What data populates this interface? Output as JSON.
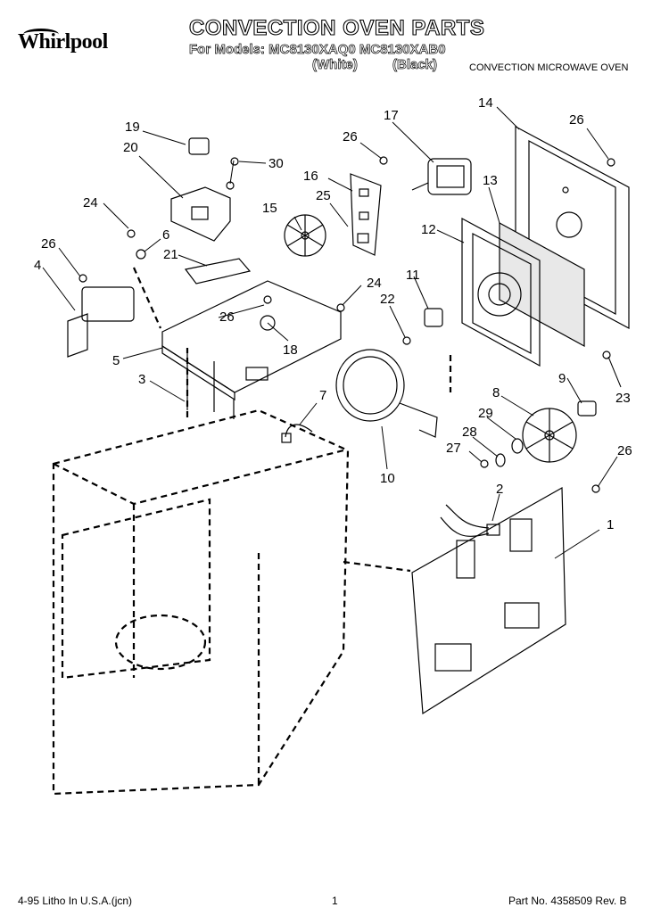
{
  "header": {
    "brand": "Whirlpool",
    "title": "CONVECTION OVEN PARTS",
    "models_line": "For Models: MC8130XAQ0   MC8130XAB0",
    "finish_white": "(White)",
    "finish_black": "(Black)",
    "product": "CONVECTION MICROWAVE OVEN"
  },
  "callouts": {
    "c1": "1",
    "c2": "2",
    "c3": "3",
    "c4": "4",
    "c5": "5",
    "c6": "6",
    "c7": "7",
    "c8": "8",
    "c9": "9",
    "c10": "10",
    "c11": "11",
    "c12": "12",
    "c13": "13",
    "c14": "14",
    "c15": "15",
    "c16": "16",
    "c17": "17",
    "c18": "18",
    "c19": "19",
    "c20": "20",
    "c21": "21",
    "c22": "22",
    "c23": "23",
    "c24a": "24",
    "c24b": "24",
    "c25": "25",
    "c26a": "26",
    "c26b": "26",
    "c26c": "26",
    "c26d": "26",
    "c26e": "26",
    "c27": "27",
    "c28": "28",
    "c29": "29",
    "c30": "30"
  },
  "footer": {
    "litho": "4-95 Litho In U.S.A.(jcn)",
    "page": "1",
    "part_no": "Part No. 4358509 Rev. B"
  }
}
